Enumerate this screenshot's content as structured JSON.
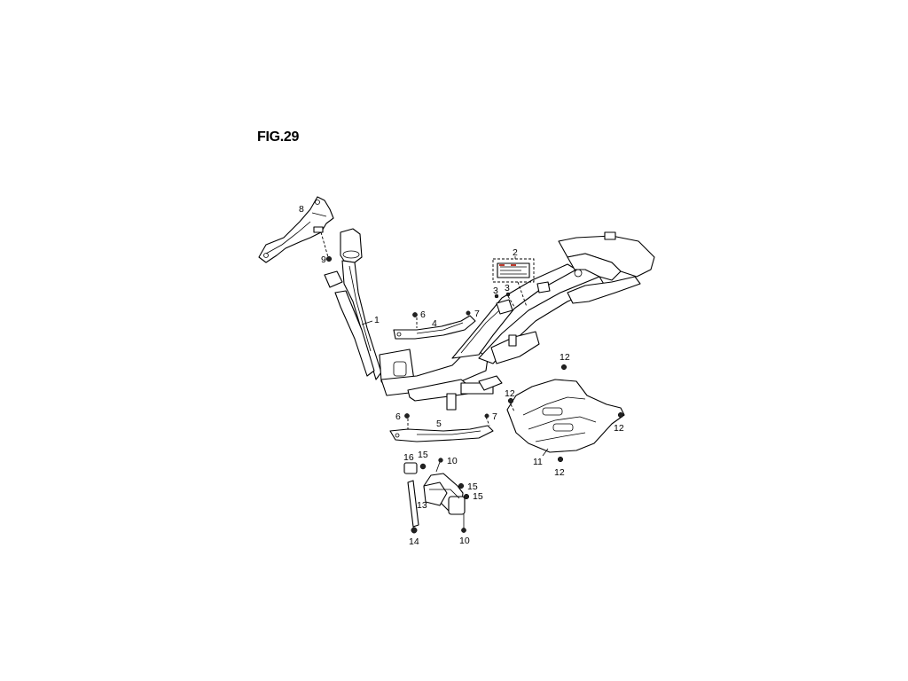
{
  "figure": {
    "title": "FIG.29"
  },
  "callouts": {
    "frame": "1",
    "label_sticker": "2",
    "screw_a": "3",
    "screw_b": "3",
    "cover_upper": "4",
    "cover_lower": "5",
    "bolt_upper_6": "6",
    "bolt_lower_6": "6",
    "clip_upper_7": "7",
    "clip_lower_7": "7",
    "handle_bracket": "8",
    "bracket_bolt": "9",
    "bolt_10_top": "10",
    "bolt_10_bottom": "10",
    "under_cover": "11",
    "nut_12_top": "12",
    "nut_12_left": "12",
    "nut_12_right": "12",
    "nut_12_bottom": "12",
    "engine_hanger": "13",
    "pivot_shaft": "14",
    "washer_15_top": "15",
    "washer_15_mid": "15",
    "washer_15_low": "15",
    "bushing": "16"
  }
}
